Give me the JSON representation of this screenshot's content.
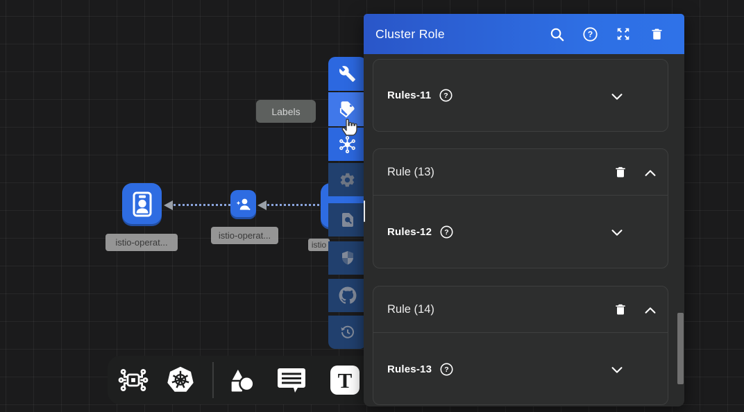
{
  "panel": {
    "title": "Cluster Role",
    "header_icons": [
      "search",
      "help",
      "expand-fullscreen",
      "delete"
    ],
    "sections": [
      {
        "kind": "rules",
        "label": "Rules-11"
      },
      {
        "kind": "rule",
        "title": "Rule (13)",
        "rules_label": "Rules-12"
      },
      {
        "kind": "rule",
        "title": "Rule (14)",
        "rules_label": "Rules-13"
      }
    ],
    "colors": {
      "header_from": "#2a56c8",
      "header_to": "#2f72e8",
      "body": "#2a2b2b",
      "card": "#2d2e2e",
      "border": "#3e3f3f"
    }
  },
  "tooltip": {
    "label": "Labels"
  },
  "toolbar_vertical": {
    "items": [
      {
        "icon": "wrench",
        "state": "active"
      },
      {
        "icon": "labels-tags",
        "state": "hover",
        "tooltip": "Labels"
      },
      {
        "icon": "hub-network",
        "state": "active"
      },
      {
        "icon": "gear",
        "state": "inactive"
      },
      {
        "icon": "document-search",
        "state": "inactive"
      },
      {
        "icon": "shield",
        "state": "inactive"
      },
      {
        "icon": "github",
        "state": "inactive"
      },
      {
        "icon": "history-clock",
        "state": "inactive"
      }
    ],
    "colors": {
      "active": "#2c68e0",
      "hover": "#4078ea",
      "inactive": "#21406e"
    }
  },
  "canvas": {
    "nodes": [
      {
        "label": "istio-operat...",
        "icon": "id-badge"
      },
      {
        "label": "istio-operat...",
        "icon": "user-plus"
      },
      {
        "label": "istio",
        "icon": "hidden-behind-toolbar"
      }
    ],
    "edges": [
      {
        "from": 1,
        "to": 0,
        "style": "dotted-arrow-left"
      },
      {
        "from": 2,
        "to": 1,
        "style": "dotted-arrow-left"
      }
    ]
  },
  "toolbar_bottom": {
    "items": [
      "component-graph",
      "kubernetes",
      "shapes",
      "comment",
      "text-tool"
    ],
    "text_glyph": "T"
  }
}
